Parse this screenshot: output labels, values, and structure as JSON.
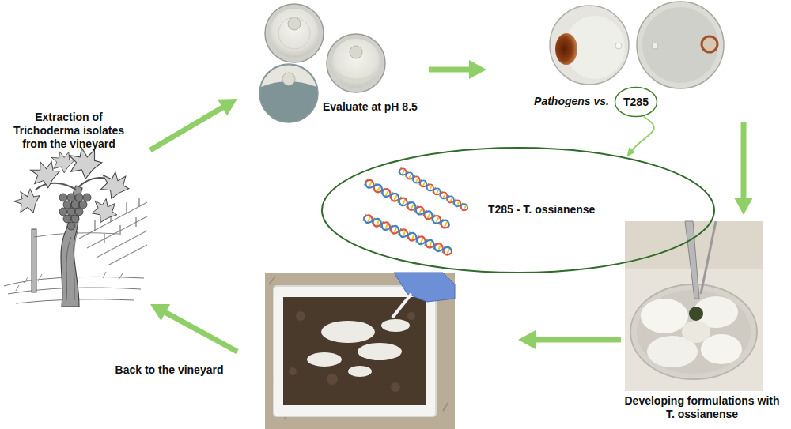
{
  "diagram": {
    "nodes": [
      {
        "text": [
          "Extraction of Trichoderma isolates from the vineyard"
        ]
      },
      {
        "text": [
          "Evaluate at pH 8.5"
        ]
      },
      {
        "text": [
          "Pathogens vs."
        ]
      },
      {
        "text": [
          "T285"
        ],
        "in": 2
      },
      {
        "text": [
          "T285 - T. ossianense"
        ]
      },
      {
        "text": [
          "Developing formulations with T. ossianense"
        ]
      },
      {
        "text": [
          "Back to the vineyard"
        ]
      }
    ],
    "edges": [
      {
        "from": 0,
        "to": 1,
        "arrow": "to"
      },
      {
        "from": 1,
        "to": 2,
        "arrow": "to"
      },
      {
        "from": 3,
        "to": 4,
        "arrow": "to"
      },
      {
        "from": 2,
        "to": 5,
        "arrow": "to"
      },
      {
        "from": 5,
        "to": 6,
        "arrow": "to"
      },
      {
        "from": 6,
        "to": 0,
        "arrow": "to"
      }
    ]
  }
}
